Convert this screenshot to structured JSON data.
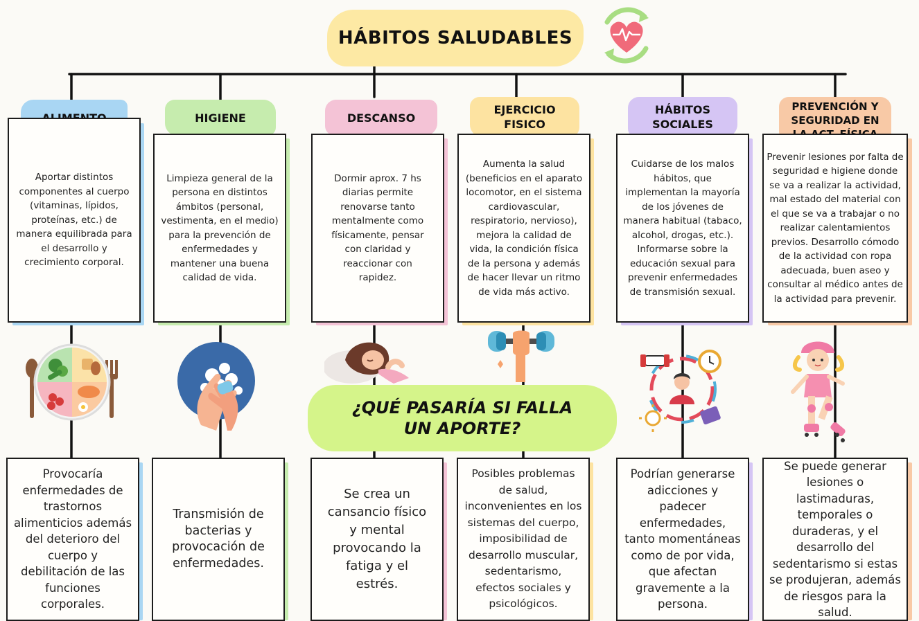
{
  "title": "HÁBITOS SALUDABLES",
  "question": "¿QUÉ PASARÍA SI FALLA UN APORTE?",
  "colors": {
    "alimento": "#a9d6f3",
    "higiene": "#c6ecae",
    "descanso": "#f4c3d6",
    "ejercicio": "#fde3a1",
    "habitos": "#d5c5f4",
    "prevencion": "#f8c9a6",
    "title": "#fde9a4",
    "question": "#d5f48a"
  },
  "categories": [
    {
      "name": "ALIMENTO",
      "description": "Aportar distintos componentes al cuerpo (vitaminas, lípidos, proteínas, etc.) de manera equilibrada para el desarrollo y crecimiento corporal.",
      "consequence": "Provocaría enfermedades de trastornos alimenticios además del deterioro del cuerpo y debilitación de las funciones corporales.",
      "icon": "food-plate-icon"
    },
    {
      "name": "HIGIENE",
      "description": "Limpieza general de la persona en distintos ámbitos (personal, vestimenta, en el medio) para la prevención de enfermedades y mantener una buena calidad de vida.",
      "consequence": "Transmisión de bacterias y provocación de enfermedades.",
      "icon": "washing-hands-icon"
    },
    {
      "name": "DESCANSO",
      "description": "Dormir aprox. 7 hs diarias permite renovarse tanto mentalmente como físicamente, pensar con claridad y reaccionar con rapidez.",
      "consequence": "Se crea un cansancio físico y mental provocando la fatiga y el estrés.",
      "icon": "sleeping-person-icon"
    },
    {
      "name": "EJERCICIO FISICO",
      "description": "Aumenta la salud (beneficios en el aparato locomotor, en el sistema cardiovascular, respiratorio, nervioso), mejora la calidad de vida, la condición física de la persona y además de hacer llevar un ritmo de vida más activo.",
      "consequence": "Posibles problemas de salud, inconvenientes en los sistemas del cuerpo, imposibilidad de desarrollo muscular, sedentarismo, efectos sociales y psicológicos.",
      "icon": "dumbbell-icon"
    },
    {
      "name": "HÁBITOS SOCIALES",
      "description": "Cuidarse de los malos hábitos, que implementan la mayoría de los jóvenes de manera habitual (tabaco, alcohol, drogas, etc.). Informarse sobre la educación sexual para prevenir enfermedades de transmisión sexual.",
      "consequence": "Podrían generarse adicciones y padecer enfermedades, tanto momentáneas como de por vida, que afectan gravemente a la persona.",
      "icon": "habits-cycle-icon"
    },
    {
      "name": "PREVENCIÓN Y SEGURIDAD EN LA ACT. FÍSICA",
      "description": "Prevenir lesiones por falta de seguridad e higiene donde se va a realizar la actividad, mal estado del material con el que se va a trabajar o no realizar calentamientos previos. Desarrollo cómodo de la actividad con ropa adecuada, buen aseo y consultar al médico antes de la actividad para prevenir.",
      "consequence": "Se puede generar lesiones o lastimaduras, temporales o duraderas, y el desarrollo del sedentarismo si estas se produjeran, además de riesgos para la salud.",
      "icon": "skater-girl-icon"
    }
  ]
}
